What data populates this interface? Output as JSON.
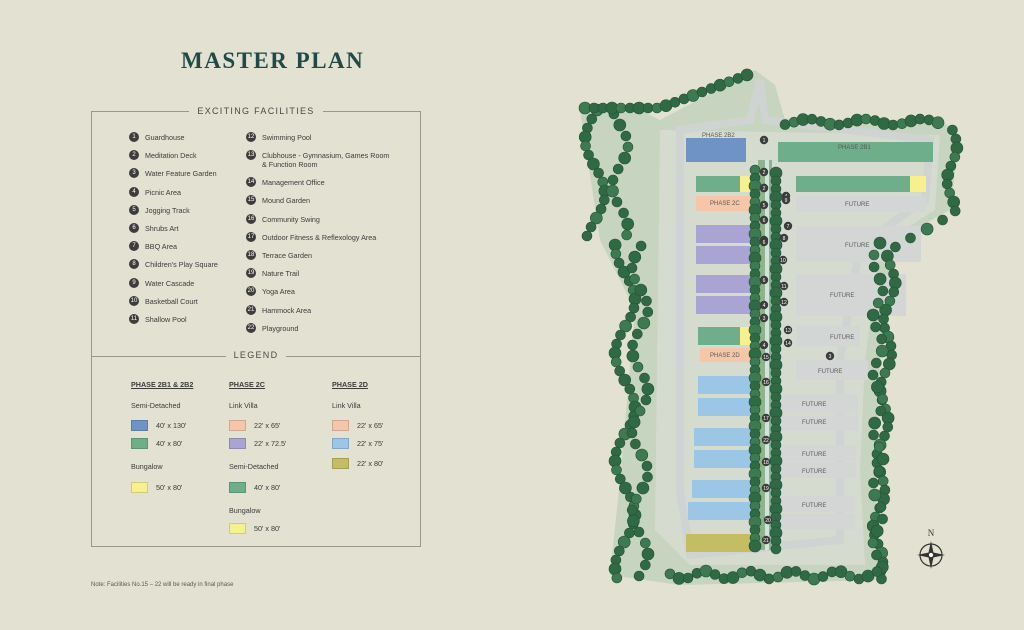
{
  "title": "MASTER PLAN",
  "facilities_heading": "EXCITING FACILITIES",
  "facilities_left": [
    {
      "n": "1",
      "label": "Guardhouse"
    },
    {
      "n": "2",
      "label": "Meditation Deck"
    },
    {
      "n": "3",
      "label": "Water Feature Garden"
    },
    {
      "n": "4",
      "label": "Picnic Area"
    },
    {
      "n": "5",
      "label": "Jogging Track"
    },
    {
      "n": "6",
      "label": "Shrubs Art"
    },
    {
      "n": "7",
      "label": "BBQ Area"
    },
    {
      "n": "8",
      "label": "Children's Play Square"
    },
    {
      "n": "9",
      "label": "Water Cascade"
    },
    {
      "n": "10",
      "label": "Basketball Court"
    },
    {
      "n": "11",
      "label": "Shallow Pool"
    }
  ],
  "facilities_right": [
    {
      "n": "12",
      "label": "Swimming Pool"
    },
    {
      "n": "13",
      "label": "Clubhouse - Gymnasium, Games Room & Function Room"
    },
    {
      "n": "14",
      "label": "Management Office"
    },
    {
      "n": "15",
      "label": "Mound Garden"
    },
    {
      "n": "16",
      "label": "Community Swing"
    },
    {
      "n": "17",
      "label": "Outdoor Fitness & Reflexology Area"
    },
    {
      "n": "18",
      "label": "Terrace Garden"
    },
    {
      "n": "19",
      "label": "Nature Trail"
    },
    {
      "n": "20",
      "label": "Yoga Area"
    },
    {
      "n": "21",
      "label": "Hammock Area"
    },
    {
      "n": "22",
      "label": "Playground"
    }
  ],
  "legend_heading": "LEGEND",
  "legend": {
    "col1": {
      "heading": "PHASE 2B1 & 2B2",
      "semi": "Semi-Detached",
      "semi_items": [
        {
          "label": "40' x 130'",
          "color": "#6f93c4"
        },
        {
          "label": "40' x 80'",
          "color": "#6fae8a"
        }
      ],
      "bungalow": "Bungalow",
      "bungalow_items": [
        {
          "label": "50' x 80'",
          "color": "#f7f08f"
        }
      ]
    },
    "col2": {
      "heading": "PHASE 2C",
      "link": "Link Villa",
      "link_items": [
        {
          "label": "22' x 65'",
          "color": "#f6c6a8"
        },
        {
          "label": "22' x 72.5'",
          "color": "#a9a4d3"
        }
      ],
      "semi": "Semi-Detached",
      "semi_items": [
        {
          "label": "40' x 80'",
          "color": "#6fae8a"
        }
      ],
      "bungalow": "Bungalow",
      "bungalow_items": [
        {
          "label": "50' x 80'",
          "color": "#f7f08f"
        }
      ]
    },
    "col3": {
      "heading": "PHASE 2D",
      "link": "Link Villa",
      "link_items": [
        {
          "label": "22' x 65'",
          "color": "#f6c6a8"
        },
        {
          "label": "22' x 75'",
          "color": "#9cc6e6"
        },
        {
          "label": "22' x 80'",
          "color": "#c4bd63"
        }
      ]
    }
  },
  "note": "Note: Facilities No.15 – 22 will be ready in final phase",
  "map": {
    "phase_labels": [
      "PHASE 2B2",
      "PHASE 2B1",
      "PHASE 2C",
      "PHASE 2D"
    ],
    "future_label": "FUTURE",
    "compass_label": "N",
    "colors": {
      "tree": "#2f6a45",
      "road": "#cfd3d2",
      "lawn": "#b9cbb0",
      "water": "#cfe4dd"
    }
  }
}
